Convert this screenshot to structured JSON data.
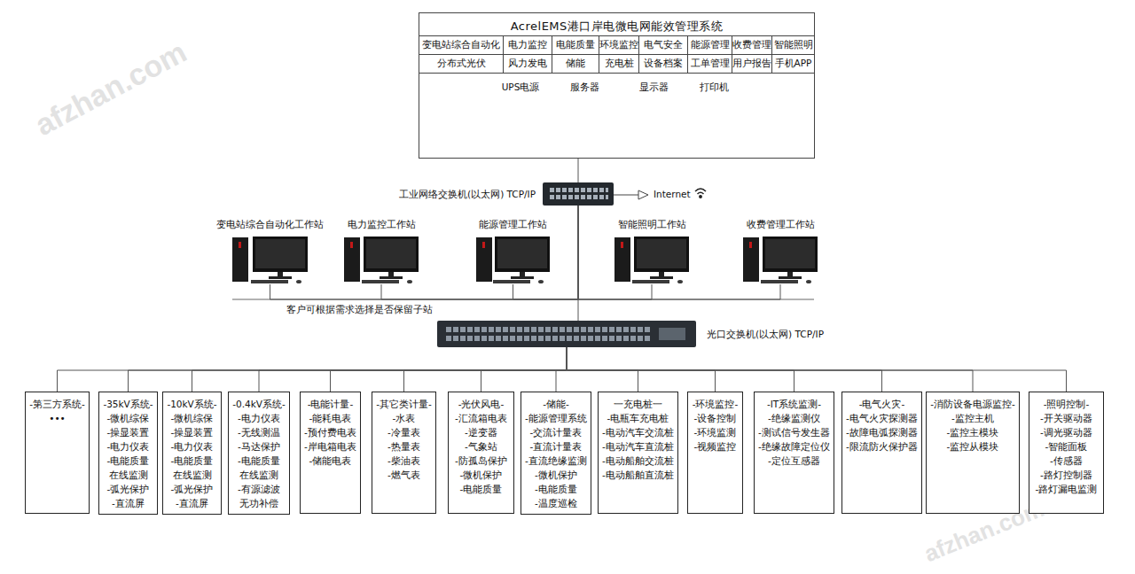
{
  "diagram": {
    "nodes": [
      {
        "text": [
          "AcrelEMS港口岸电微电网能效管理系统"
        ]
      },
      {
        "text": [
          "变电站综合自动化"
        ],
        "in": 0
      },
      {
        "text": [
          "电力监控"
        ],
        "in": 0
      },
      {
        "text": [
          "电能质量"
        ],
        "in": 0
      },
      {
        "text": [
          "环境监控"
        ],
        "in": 0
      },
      {
        "text": [
          "电气安全"
        ],
        "in": 0
      },
      {
        "text": [
          "能源管理"
        ],
        "in": 0
      },
      {
        "text": [
          "收费管理"
        ],
        "in": 0
      },
      {
        "text": [
          "智能照明"
        ],
        "in": 0
      },
      {
        "text": [
          "分布式光伏"
        ],
        "in": 0
      },
      {
        "text": [
          "风力发电"
        ],
        "in": 0
      },
      {
        "text": [
          "储能"
        ],
        "in": 0
      },
      {
        "text": [
          "充电桩"
        ],
        "in": 0
      },
      {
        "text": [
          "设备档案"
        ],
        "in": 0
      },
      {
        "text": [
          "工单管理"
        ],
        "in": 0
      },
      {
        "text": [
          "用户报告"
        ],
        "in": 0
      },
      {
        "text": [
          "手机APP"
        ],
        "in": 0
      },
      {
        "text": [
          "工业网络交换机(以太网) TCP/IP"
        ]
      },
      {
        "text": [
          "变电站综合自动化工作站"
        ]
      },
      {
        "text": [
          "电力监控工作站"
        ]
      },
      {
        "text": [
          "能源管理工作站"
        ]
      },
      {
        "text": [
          "智能照明工作站"
        ]
      },
      {
        "text": [
          "收费管理工作站"
        ]
      },
      {
        "text": [
          "光口交换机(以太网) TCP/IP"
        ]
      },
      {
        "text": [
          "-第三方系统-",
          "•••"
        ]
      },
      {
        "text": [
          "-35kV系统-",
          "-微机综保",
          "-操显装置",
          "-电力仪表",
          "-电能质量 在线监测",
          "-弧光保护",
          "-直流屏"
        ]
      },
      {
        "text": [
          "-10kV系统-",
          "-微机综保",
          "-操显装置",
          "-电力仪表",
          "-电能质量 在线监测",
          "-弧光保护",
          "-直流屏"
        ]
      },
      {
        "text": [
          "-0.4kV系统-",
          "-电力仪表",
          "-无线测温",
          "-马达保护",
          "-电能质量 在线监测",
          "-有源滤波 无功补偿"
        ]
      },
      {
        "text": [
          "-电能计量-",
          "-能耗电表",
          "-预付费电表",
          "-岸电箱电表",
          "-储能电表"
        ]
      },
      {
        "text": [
          "-其它类计量-",
          "-水表",
          "-冷量表",
          "-热量表",
          "-柴油表",
          "-燃气表"
        ]
      },
      {
        "text": [
          "-光伏风电-",
          "-汇流箱电表",
          "-逆变器",
          "-气象站",
          "-防孤岛保护",
          "-微机保护",
          "-电能质量"
        ]
      },
      {
        "text": [
          "-储能-",
          "-能源管理系统",
          "-交流计量表",
          "-直流计量表",
          "-直流绝缘监测",
          "-微机保护",
          "-电能质量",
          "-温度巡检"
        ]
      },
      {
        "text": [
          "一充电桩一",
          "-电瓶车充电桩",
          "-电动汽车交流桩",
          "-电动汽车直流桩",
          "-电动船舶交流桩",
          "-电动船舶直流桩"
        ]
      },
      {
        "text": [
          "-环境监控-",
          "-设备控制",
          "-环境监测",
          "-视频监控"
        ]
      },
      {
        "text": [
          "-IT系统监测-",
          "-绝缘监测仪",
          "-测试信号发生器",
          "-绝缘故障定位仪",
          "-定位互感器"
        ]
      },
      {
        "text": [
          "-电气火灾-",
          "-电气火灾探测器",
          "-故障电弧探测器",
          "-限流防火保护器"
        ]
      },
      {
        "text": [
          "-消防设备电源监控-",
          "-监控主机",
          "-监控主模块",
          "-监控从模块"
        ]
      },
      {
        "text": [
          "-照明控制-",
          "-开关驱动器",
          "-调光驱动器",
          "-智能面板",
          "-传感器",
          "-路灯控制器",
          "-路灯漏电监测"
        ]
      }
    ],
    "edges": [
      {
        "from": 0,
        "to": 17,
        "arrow": "none"
      },
      {
        "from": 17,
        "to": 18,
        "arrow": "none"
      },
      {
        "from": 17,
        "to": 19,
        "arrow": "none"
      },
      {
        "from": 17,
        "to": 20,
        "arrow": "none"
      },
      {
        "from": 17,
        "to": 21,
        "arrow": "none"
      },
      {
        "from": 17,
        "to": 22,
        "arrow": "none"
      },
      {
        "from": 17,
        "to": 23,
        "arrow": "none"
      },
      {
        "from": 23,
        "to": 24,
        "arrow": "none"
      },
      {
        "from": 23,
        "to": 25,
        "arrow": "none"
      },
      {
        "from": 23,
        "to": 26,
        "arrow": "none"
      },
      {
        "from": 23,
        "to": 27,
        "arrow": "none"
      },
      {
        "from": 23,
        "to": 28,
        "arrow": "none"
      },
      {
        "from": 23,
        "to": 29,
        "arrow": "none"
      },
      {
        "from": 23,
        "to": 30,
        "arrow": "none"
      },
      {
        "from": 23,
        "to": 31,
        "arrow": "none"
      },
      {
        "from": 23,
        "to": 32,
        "arrow": "none"
      },
      {
        "from": 23,
        "to": 33,
        "arrow": "none"
      },
      {
        "from": 23,
        "to": 34,
        "arrow": "none"
      },
      {
        "from": 23,
        "to": 35,
        "arrow": "none"
      },
      {
        "from": 23,
        "to": 36,
        "arrow": "none"
      },
      {
        "from": 23,
        "to": 37,
        "arrow": "none"
      }
    ],
    "labels": [
      "UPS电源",
      "服务器",
      "显示器",
      "打印机",
      "Internet",
      "客户可根据需求选择是否保留子站",
      "afzhan.com",
      "afzhan.com"
    ]
  }
}
